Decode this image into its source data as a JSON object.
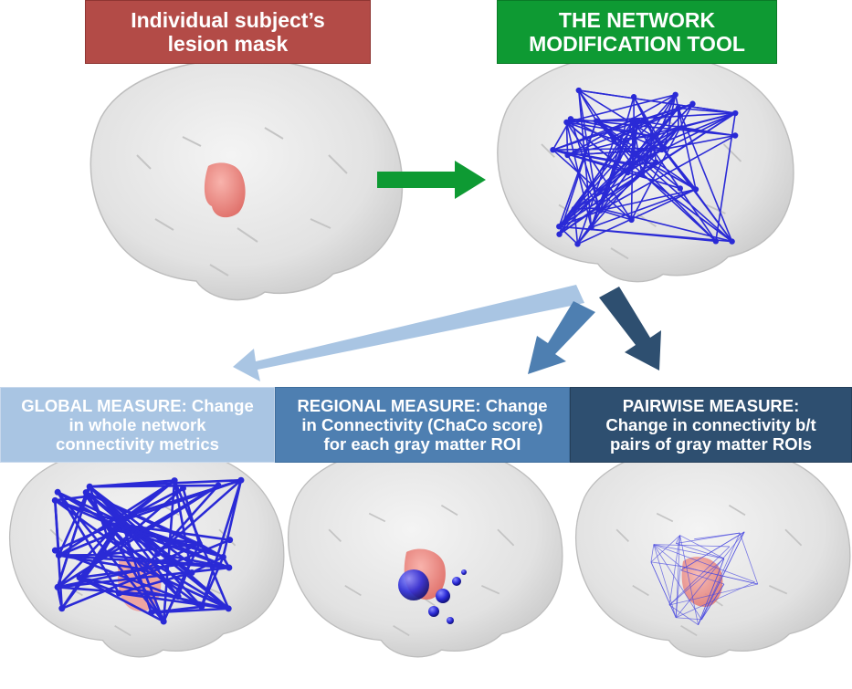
{
  "top_labels": {
    "lesion_mask": [
      "Individual subject’s",
      "lesion mask"
    ],
    "network_tool": [
      "THE NETWORK",
      "MODIFICATION TOOL"
    ]
  },
  "measures": {
    "global": [
      "GLOBAL MEASURE: Change",
      "in whole network",
      "connectivity metrics"
    ],
    "regional": [
      "REGIONAL MEASURE: Change",
      "in Connectivity (ChaCo score)",
      "for each gray matter ROI"
    ],
    "pairwise": [
      "PAIRWISE MEASURE:",
      "Change in connectivity b/t",
      "pairs of gray matter ROIs"
    ]
  },
  "colors": {
    "lesion_box": "#b34b47",
    "tool_box": "#0e9a33",
    "global_box": "#a9c5e3",
    "regional_box": "#4e7fb1",
    "pairwise_box": "#2e4f70",
    "green_arrow": "#0e9a33",
    "light_arrow": "#a9c5e3",
    "mid_arrow": "#4e7fb1",
    "dark_arrow": "#2e4f70",
    "network_edges": "#2a2ad6",
    "lesion": "#f0908a",
    "brain": "#e6e6e6"
  },
  "icons": {
    "brain": "brain-3d-render",
    "lesion": "lesion-blob",
    "network": "connectome-graph"
  }
}
